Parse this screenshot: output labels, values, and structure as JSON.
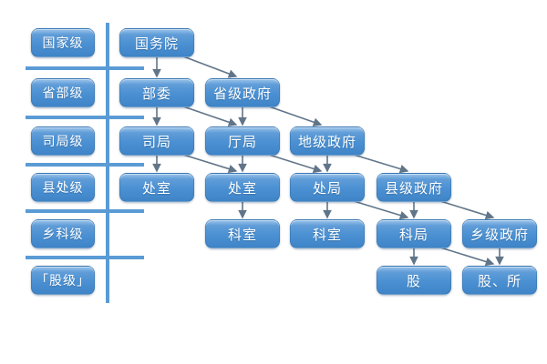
{
  "page": {
    "background_color": "#ffffff",
    "description_visible_text_only": true
  },
  "diagram": {
    "type": "org-hierarchy-flowchart",
    "colors": {
      "box_gradient_top": "#9cc4ea",
      "box_gradient_mid": "#4a90d2",
      "box_gradient_bottom": "#3e84c7",
      "box_text": "#ffffff",
      "rail_line": "#5b9bd5",
      "connector_line": "#617589"
    },
    "levels": [
      {
        "label": "国家级",
        "row": 0
      },
      {
        "label": "省部级",
        "row": 1
      },
      {
        "label": "司局级",
        "row": 2
      },
      {
        "label": "县处级",
        "row": 3
      },
      {
        "label": "乡科级",
        "row": 4
      },
      {
        "label": "「股级」",
        "row": 5
      }
    ],
    "nodes": [
      {
        "id": "state-council",
        "label": "国务院",
        "col": 0,
        "row": 0
      },
      {
        "id": "ministries",
        "label": "部委",
        "col": 0,
        "row": 1
      },
      {
        "id": "provincial-government",
        "label": "省级政府",
        "col": 1,
        "row": 1
      },
      {
        "id": "si-ju-bureau",
        "label": "司局",
        "col": 0,
        "row": 2
      },
      {
        "id": "ting-ju-bureau",
        "label": "厅局",
        "col": 1,
        "row": 2
      },
      {
        "id": "prefecture-government",
        "label": "地级政府",
        "col": 2,
        "row": 2
      },
      {
        "id": "chu-shi-division-a",
        "label": "处室",
        "col": 0,
        "row": 3
      },
      {
        "id": "chu-shi-division-b",
        "label": "处室",
        "col": 1,
        "row": 3
      },
      {
        "id": "chu-ju-bureau",
        "label": "处局",
        "col": 2,
        "row": 3
      },
      {
        "id": "county-government",
        "label": "县级政府",
        "col": 3,
        "row": 3
      },
      {
        "id": "ke-shi-section-a",
        "label": "科室",
        "col": 1,
        "row": 4
      },
      {
        "id": "ke-shi-section-b",
        "label": "科室",
        "col": 2,
        "row": 4
      },
      {
        "id": "ke-ju-bureau",
        "label": "科局",
        "col": 3,
        "row": 4
      },
      {
        "id": "township-government",
        "label": "乡级政府",
        "col": 4,
        "row": 4
      },
      {
        "id": "gu-section",
        "label": "股",
        "col": 3,
        "row": 5
      },
      {
        "id": "gu-suo-section",
        "label": "股、所",
        "col": 4,
        "row": 5
      }
    ],
    "edges": [
      {
        "from": "state-council",
        "to": "ministries",
        "style": "vertical"
      },
      {
        "from": "state-council",
        "to": "provincial-government",
        "style": "diagonal"
      },
      {
        "from": "ministries",
        "to": "si-ju-bureau",
        "style": "vertical"
      },
      {
        "from": "ministries",
        "to": "ting-ju-bureau",
        "style": "diagonal"
      },
      {
        "from": "provincial-government",
        "to": "ting-ju-bureau",
        "style": "vertical"
      },
      {
        "from": "provincial-government",
        "to": "prefecture-government",
        "style": "diagonal"
      },
      {
        "from": "si-ju-bureau",
        "to": "chu-shi-division-a",
        "style": "vertical"
      },
      {
        "from": "si-ju-bureau",
        "to": "chu-shi-division-b",
        "style": "diagonal"
      },
      {
        "from": "ting-ju-bureau",
        "to": "chu-shi-division-b",
        "style": "vertical"
      },
      {
        "from": "ting-ju-bureau",
        "to": "chu-ju-bureau",
        "style": "diagonal"
      },
      {
        "from": "prefecture-government",
        "to": "chu-ju-bureau",
        "style": "vertical"
      },
      {
        "from": "prefecture-government",
        "to": "county-government",
        "style": "diagonal"
      },
      {
        "from": "chu-shi-division-b",
        "to": "ke-shi-section-a",
        "style": "vertical"
      },
      {
        "from": "chu-ju-bureau",
        "to": "ke-shi-section-b",
        "style": "vertical"
      },
      {
        "from": "chu-ju-bureau",
        "to": "ke-ju-bureau",
        "style": "diagonal"
      },
      {
        "from": "county-government",
        "to": "ke-ju-bureau",
        "style": "vertical"
      },
      {
        "from": "county-government",
        "to": "township-government",
        "style": "diagonal"
      },
      {
        "from": "ke-ju-bureau",
        "to": "gu-section",
        "style": "vertical"
      },
      {
        "from": "ke-ju-bureau",
        "to": "gu-suo-section",
        "style": "diagonal"
      },
      {
        "from": "township-government",
        "to": "gu-suo-section",
        "style": "vertical"
      }
    ]
  }
}
